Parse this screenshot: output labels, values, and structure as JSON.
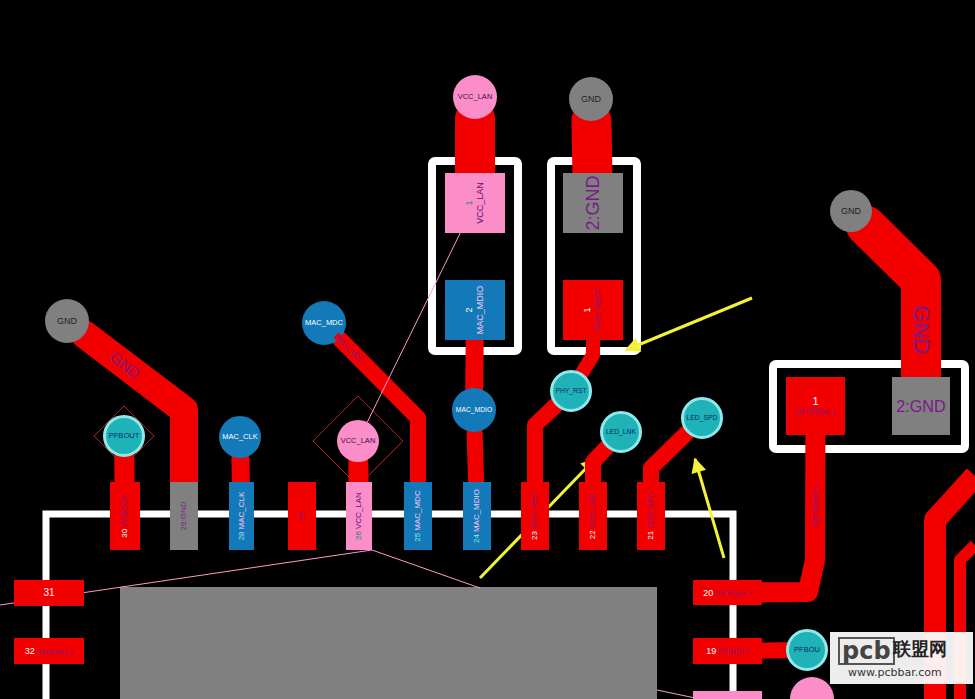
{
  "diagram": {
    "nodes": [
      {
        "text": [
          "VCC_LAN"
        ]
      },
      {
        "text": [
          "GND"
        ]
      },
      {
        "text": [
          "1",
          "VCC_LAN"
        ]
      },
      {
        "text": [
          "2:GND"
        ]
      },
      {
        "text": [
          "GND"
        ]
      },
      {
        "text": [
          "2",
          "MAC_MDIO"
        ]
      },
      {
        "text": [
          "1",
          "PHY_RST"
        ]
      },
      {
        "text": [
          "MAC_MDC"
        ]
      },
      {
        "text": [
          "GND"
        ]
      },
      {
        "text": [
          "1",
          "NETR2606_1"
        ]
      },
      {
        "text": [
          "2:GND"
        ]
      },
      {
        "text": [
          "PHY_RST"
        ]
      },
      {
        "text": [
          "MAC_MDIO"
        ]
      },
      {
        "text": [
          "LED_SPD"
        ]
      },
      {
        "text": [
          "LED_LNK"
        ]
      },
      {
        "text": [
          "PFBOUT"
        ]
      },
      {
        "text": [
          "MAC_CLK"
        ]
      },
      {
        "text": [
          "VCC_LAN"
        ]
      },
      {
        "text": [
          "30",
          "PFBOUT"
        ]
      },
      {
        "text": [
          "29:GND"
        ]
      },
      {
        "text": [
          "28",
          "MAC_CLK"
        ]
      },
      {
        "text": [
          "27"
        ]
      },
      {
        "text": [
          "26",
          "VCC_LAN"
        ]
      },
      {
        "text": [
          "25",
          "MAC_MDC"
        ]
      },
      {
        "text": [
          "24",
          "MAC_MDIO"
        ]
      },
      {
        "text": [
          "23",
          "PHY_RST"
        ]
      },
      {
        "text": [
          "22",
          "LED_LNK"
        ]
      },
      {
        "text": [
          "21",
          "LED_SPD"
        ]
      },
      {
        "text": [
          "31"
        ]
      },
      {
        "text": [
          "20",
          "NETR2606_1"
        ]
      },
      {
        "text": [
          "32",
          "NETR2603_2"
        ]
      },
      {
        "text": [
          "19",
          "PFBOUT"
        ]
      },
      {
        "text": [
          "PFBOU"
        ]
      }
    ],
    "edges": [
      {
        "from": 0,
        "to": 2,
        "arrow": "none"
      },
      {
        "from": 1,
        "to": 3,
        "arrow": "none"
      },
      {
        "from": 5,
        "to": 12,
        "arrow": "none"
      },
      {
        "from": 12,
        "to": 24,
        "arrow": "none"
      },
      {
        "from": 6,
        "to": 11,
        "arrow": "none"
      },
      {
        "from": 11,
        "to": 25,
        "arrow": "none"
      },
      {
        "from": 7,
        "to": 23,
        "label": "MAC_MDC",
        "arrow": "none"
      },
      {
        "from": 8,
        "to": 19,
        "label": "GND",
        "arrow": "none"
      },
      {
        "from": 4,
        "to": 10,
        "label": "GND",
        "arrow": "none"
      },
      {
        "from": 14,
        "to": 26,
        "arrow": "none"
      },
      {
        "from": 13,
        "to": 27,
        "arrow": "none"
      },
      {
        "from": 15,
        "to": 18,
        "arrow": "none"
      },
      {
        "from": 16,
        "to": 20,
        "arrow": "none"
      },
      {
        "from": 17,
        "to": 22,
        "arrow": "none"
      },
      {
        "from": 29,
        "to": 9,
        "label": "NETR2606_1",
        "arrow": "none"
      },
      {
        "from": 31,
        "to": 32,
        "arrow": "none"
      },
      {
        "from": 2,
        "to": 17,
        "arrow": "none"
      }
    ],
    "labels": [
      "pcb",
      "联盟网",
      "www.pcbbar.com"
    ]
  }
}
